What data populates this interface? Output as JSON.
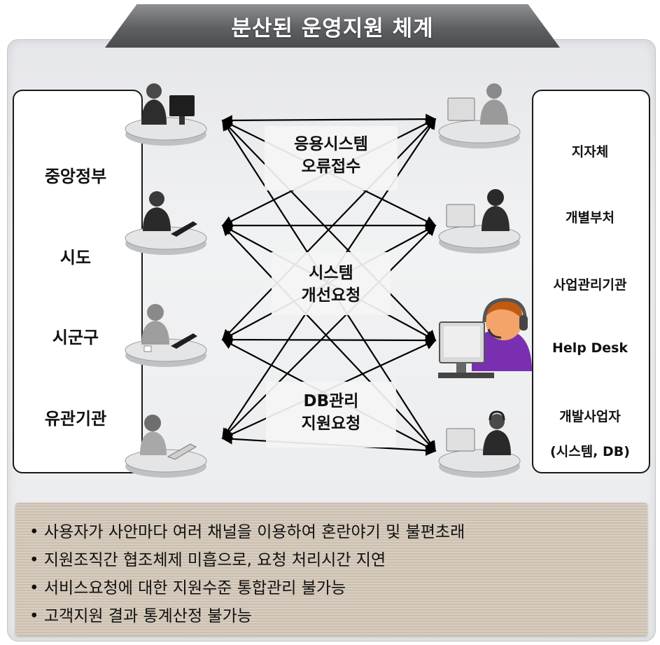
{
  "title": "분산된 운영지원 체계",
  "left_labels": [
    "중앙정부",
    "시도",
    "시군구",
    "유관기관"
  ],
  "right_labels": [
    "지자체",
    "개별부처",
    "사업관리기관",
    "Help Desk",
    "개발사업자",
    "(시스템, DB)"
  ],
  "center_notes": [
    {
      "line1": "응용시스템",
      "line2": "오류접수"
    },
    {
      "line1": "시스템",
      "line2": "개선요청"
    },
    {
      "line1": "DB관리",
      "line2": "지원요청"
    }
  ],
  "bullets": [
    "사용자가 사안마다 여러 채널을 이용하여 혼란야기 및 불편초래",
    "지원조직간 협조체제 미흡으로, 요청 처리시간 지연",
    "서비스요청에 대한 지원수준 통합관리 불가능",
    "고객지원 결과 통계산정 불가능"
  ]
}
